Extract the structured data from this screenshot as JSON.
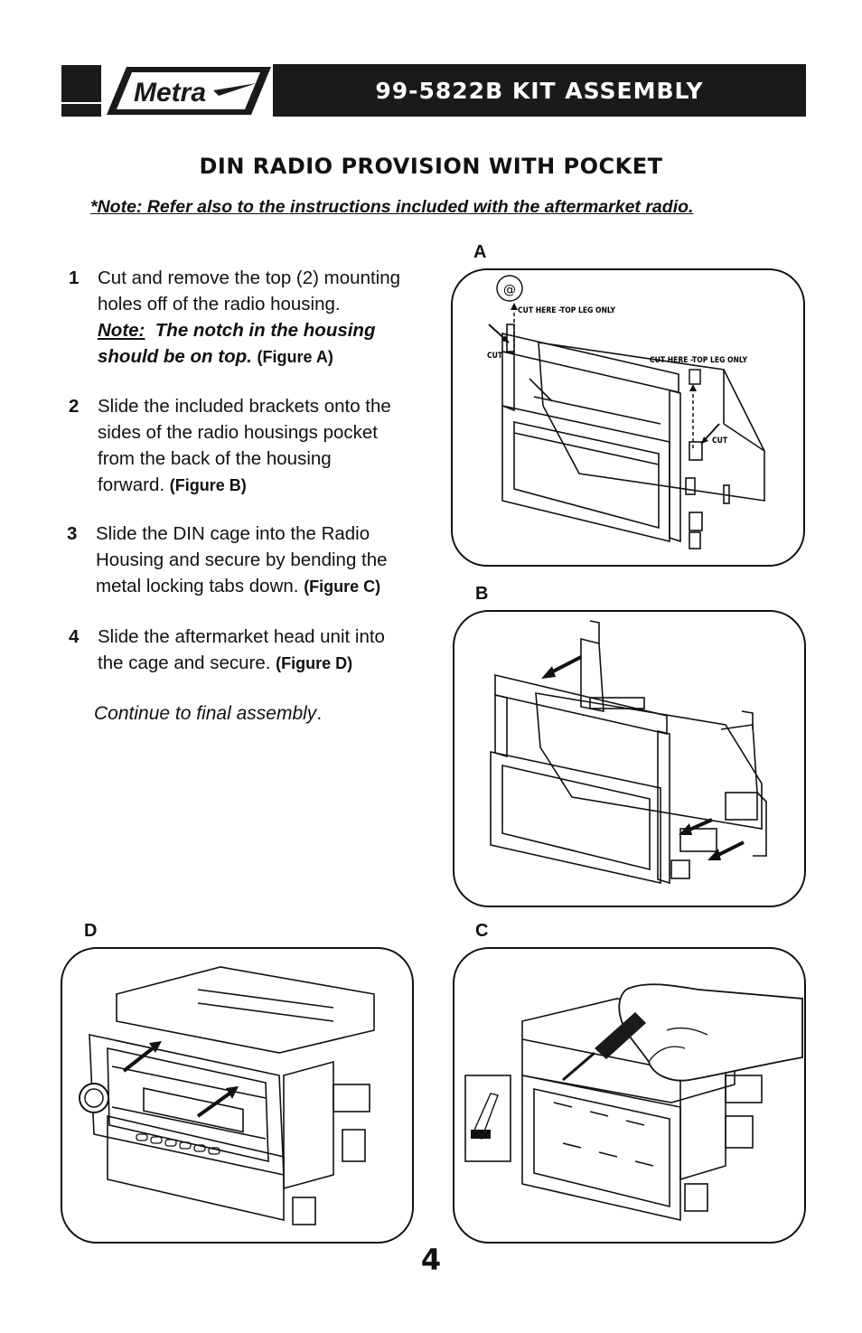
{
  "header": {
    "logo_text": "Metra",
    "banner": "99-5822B KIT ASSEMBLY"
  },
  "title": "DIN RADIO PROVISION WITH POCKET",
  "note": "*Note:  Refer also to the instructions included with the aftermarket radio.",
  "steps": [
    {
      "num": "1",
      "lines": [
        "Cut and remove the top (2) mounting",
        "holes off of the radio housing."
      ],
      "note_label": "Note:",
      "note_text": "  The notch in the housing",
      "note_text2": "should be on top.",
      "ref": "(Figure A)"
    },
    {
      "num": "2",
      "lines": [
        "Slide the included brackets onto the",
        "sides of the radio housings pocket",
        "from the back of the housing",
        "forward."
      ],
      "ref": "(Figure B)"
    },
    {
      "num": "3",
      "lines": [
        "Slide the DIN cage into the Radio",
        "Housing and secure by bending the",
        "metal locking tabs down."
      ],
      "ref": "(Figure C)"
    },
    {
      "num": "4",
      "lines": [
        "Slide the aftermarket head unit into",
        "the cage and secure."
      ],
      "ref": "(Figure D)"
    }
  ],
  "continue_text": "Continue to final assembly",
  "continue_period": ".",
  "figures": {
    "a": {
      "label": "A",
      "cut_here_1": "CUT HERE -TOP LEG ONLY",
      "cut_here_2": "CUT HERE -TOP LEG ONLY",
      "cut_1": "CUT",
      "cut_2": "CUT"
    },
    "b": {
      "label": "B"
    },
    "c": {
      "label": "C"
    },
    "d": {
      "label": "D"
    }
  },
  "page_number": "4"
}
